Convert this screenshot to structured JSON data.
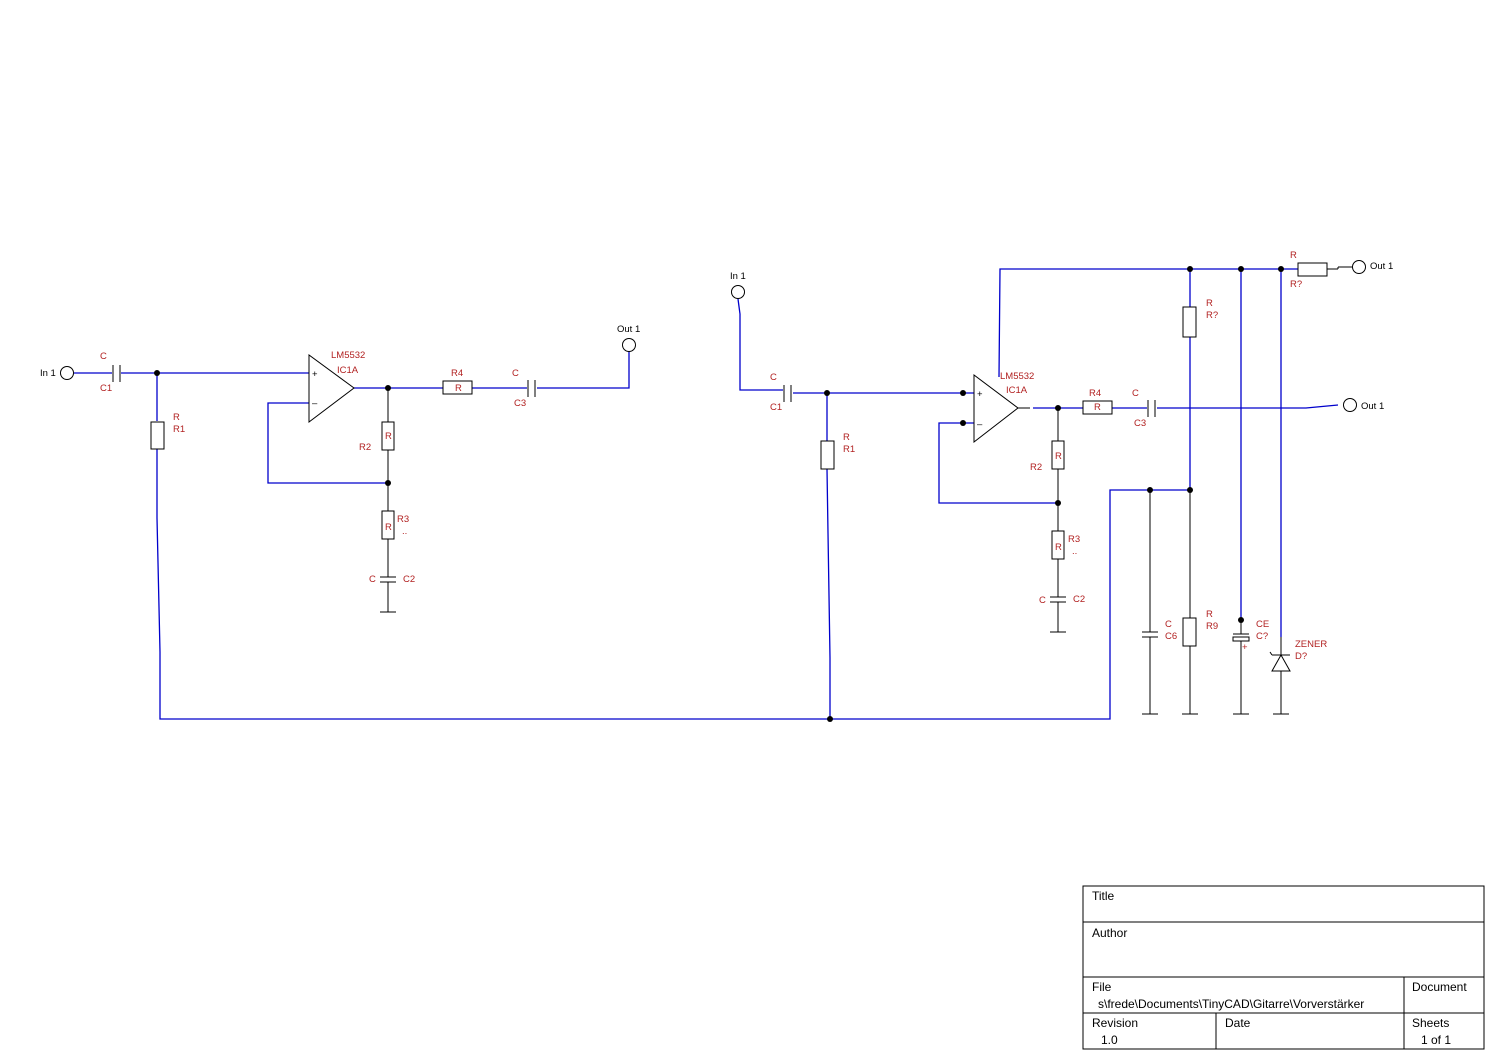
{
  "left": {
    "in_port": "In 1",
    "out_port": "Out 1",
    "c1_value": "C",
    "c1_ref": "C1",
    "r1_value": "R",
    "r1_ref": "R1",
    "opamp_part": "LM5532",
    "opamp_ref": "IC1A",
    "plus": "+",
    "minus": "–",
    "r2_value": "R",
    "r2_ref": "R2",
    "r3_value": "R",
    "r3_ref": "R3",
    "r3_extra": "..",
    "c2_value": "C",
    "c2_ref": "C2",
    "r4_ref": "R4",
    "r4_value": "R",
    "c3_value": "C",
    "c3_ref": "C3"
  },
  "right": {
    "in_port": "In 1",
    "out_port_top": "Out 1",
    "out_port_mid": "Out 1",
    "c1_value": "C",
    "c1_ref": "C1",
    "r1_value": "R",
    "r1_ref": "R1",
    "opamp_part": "LM5532",
    "opamp_ref": "IC1A",
    "plus": "+",
    "minus": "–",
    "r2_value": "R",
    "r2_ref": "R2",
    "r3_value": "R",
    "r3_ref": "R3",
    "r3_extra": "..",
    "c2_value": "C",
    "c2_ref": "C2",
    "r4_ref": "R4",
    "r4_value": "R",
    "c3_value": "C",
    "c3_ref": "C3",
    "rq_top_value": "R",
    "rq_top_ref": "R?",
    "rq_vert_value": "R",
    "rq_vert_ref": "R?",
    "r9_value": "R",
    "r9_ref": "R9",
    "c6_value": "C",
    "c6_ref": "C6",
    "ce_value": "CE",
    "ce_ref": "C?",
    "ce_plus": "+",
    "zener_value": "ZENER",
    "zener_ref": "D?"
  },
  "title_block": {
    "title_label": "Title",
    "author_label": "Author",
    "file_label": "File",
    "file_value": "s\\frede\\Documents\\TinyCAD\\Gitarre\\Vorverstärker",
    "document_label": "Document",
    "revision_label": "Revision",
    "revision_value": "1.0",
    "date_label": "Date",
    "sheets_label": "Sheets",
    "sheets_value": "1 of 1"
  }
}
